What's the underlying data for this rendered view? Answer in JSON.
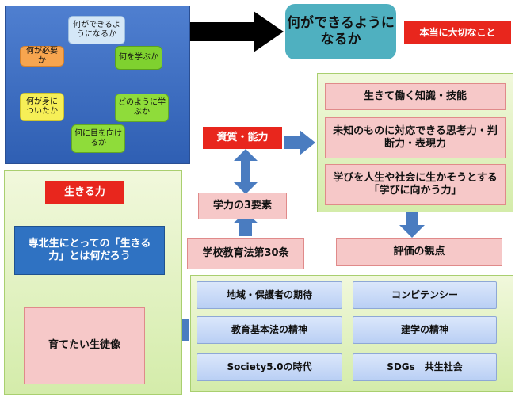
{
  "cycle": {
    "items": [
      "何ができるようになるか",
      "何を学ぶか",
      "どのように学ぶか",
      "何に目を向けるか",
      "何が身についたか",
      "何が必要か"
    ]
  },
  "goal": {
    "main": "何ができるようになるか",
    "important": "本当に大切なこと"
  },
  "abilities": {
    "label": "資質・能力",
    "items": [
      "生きて働く知識・技能",
      "未知のものに対応できる思考力・判断力・表現力",
      "学びを人生や社会に生かそうとする「学びに向かう力」"
    ],
    "evaluation": "評価の観点"
  },
  "elements": {
    "three": "学力の3要素",
    "law": "学校教育法第30条"
  },
  "ikiru": {
    "label": "生きる力",
    "question": "専北生にとっての「生きる力」とは何だろう",
    "ideal": "育てたい生徒像"
  },
  "sources": {
    "items": [
      "地域・保護者の期待",
      "コンピテンシー",
      "教育基本法の精神",
      "建学の精神",
      "Society5.0の時代",
      "SDGs　共生社会"
    ]
  },
  "colors": {
    "accent_red": "#e8261d",
    "arrow_blue": "#4a7cc0",
    "panel_green": "#d4ecaa"
  }
}
